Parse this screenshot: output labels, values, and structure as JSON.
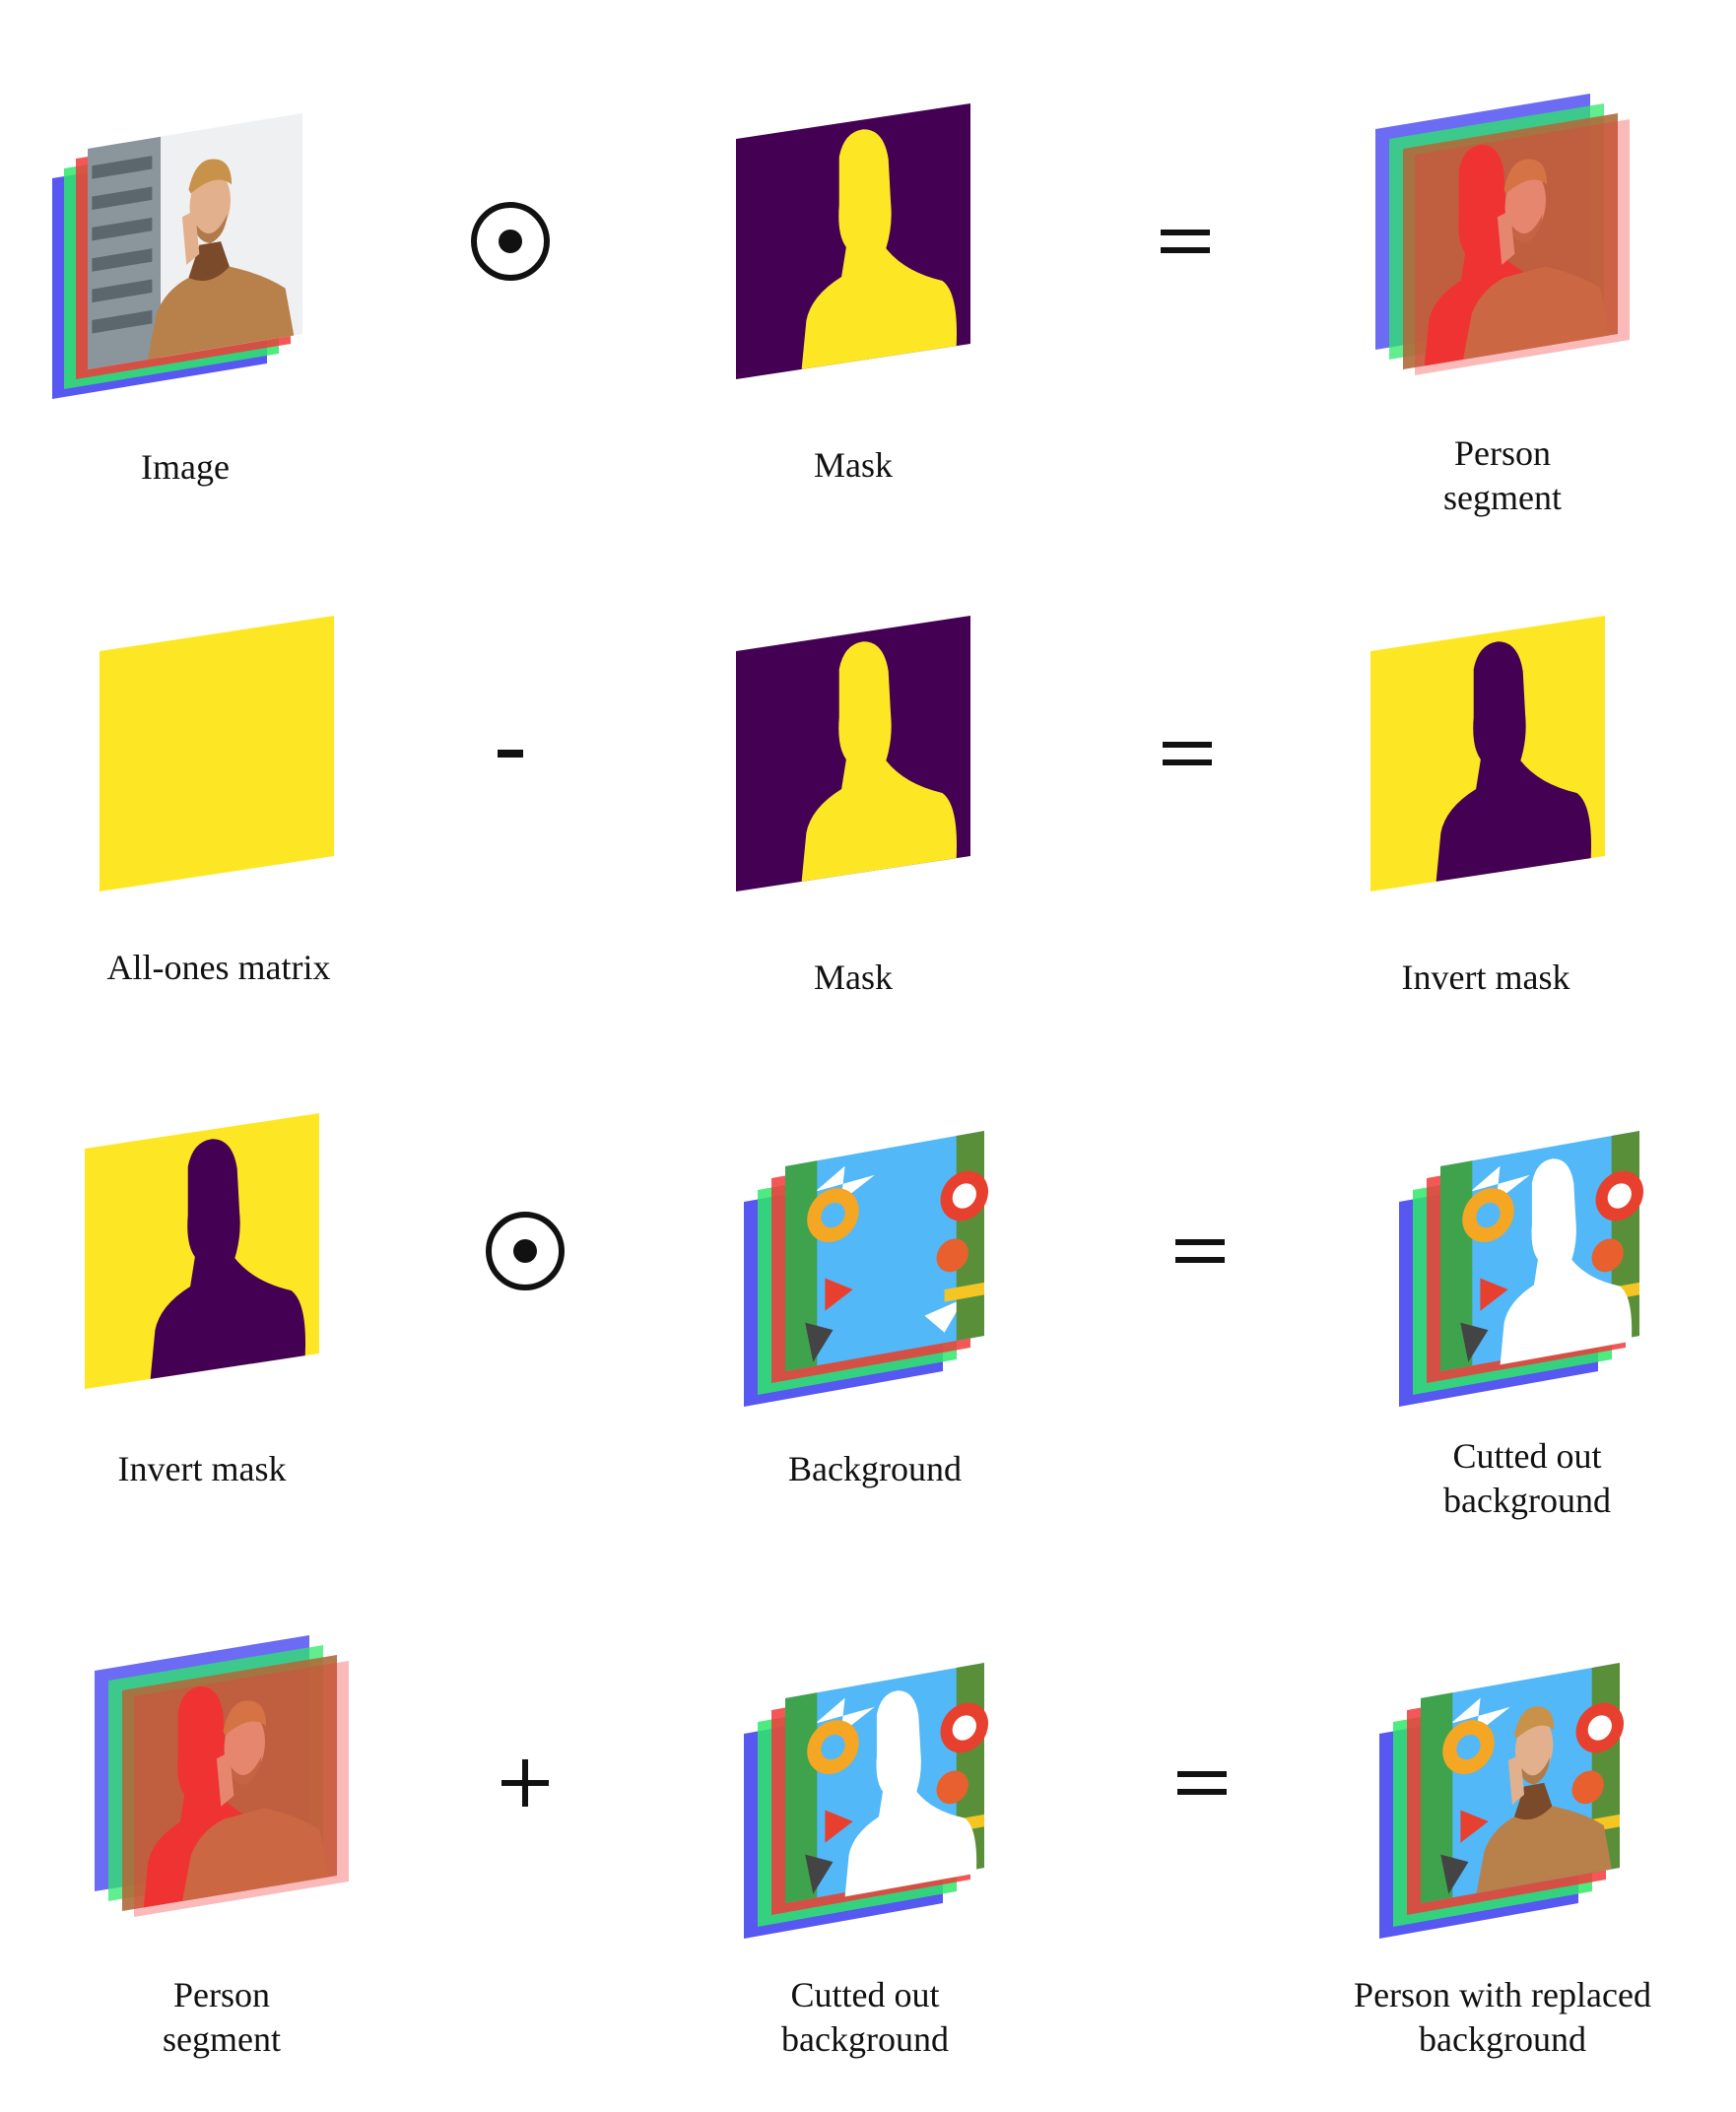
{
  "rows": [
    {
      "left": {
        "kind": "image-stack",
        "label": [
          "Image"
        ]
      },
      "operator": "odot",
      "middle": {
        "kind": "mask",
        "label": [
          "Mask"
        ]
      },
      "equals": "=",
      "right": {
        "kind": "person-segment",
        "label": [
          "Person",
          "segment"
        ]
      }
    },
    {
      "left": {
        "kind": "all-ones",
        "label": [
          "All-ones matrix"
        ]
      },
      "operator": "-",
      "middle": {
        "kind": "mask",
        "label": [
          "Mask"
        ]
      },
      "equals": "=",
      "right": {
        "kind": "invert-mask",
        "label": [
          "Invert mask"
        ]
      }
    },
    {
      "left": {
        "kind": "invert-mask",
        "label": [
          "Invert mask"
        ]
      },
      "operator": "odot",
      "middle": {
        "kind": "background-stack",
        "label": [
          "Background"
        ]
      },
      "equals": "=",
      "right": {
        "kind": "cutout-background",
        "label": [
          "Cutted out",
          "background"
        ]
      }
    },
    {
      "left": {
        "kind": "person-segment",
        "label": [
          "Person",
          "segment"
        ]
      },
      "operator": "+",
      "middle": {
        "kind": "cutout-background",
        "label": [
          "Cutted out",
          "background"
        ]
      },
      "equals": "=",
      "right": {
        "kind": "person-replaced",
        "label": [
          "Person with replaced",
          "background"
        ]
      }
    }
  ],
  "colors": {
    "mask_yellow": "#fde725",
    "mask_purple": "#440154",
    "channel_blue": "#3a3af0",
    "channel_green": "#2ee86a",
    "channel_red": "#f23a3a",
    "sky_blue": "#52b8f8",
    "person_brown": "#b06a3a"
  }
}
